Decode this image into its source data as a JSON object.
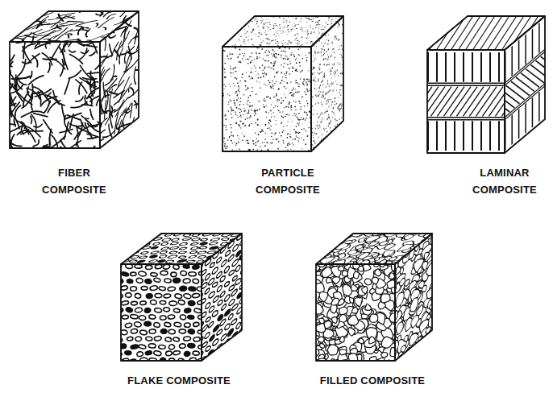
{
  "diagram": {
    "labels": [
      "FIBER COMPOSITE",
      "PARTICLE COMPOSITE",
      "LAMINAR COMPOSITE",
      "FLAKE COMPOSITE",
      "FILLED COMPOSITE"
    ]
  }
}
